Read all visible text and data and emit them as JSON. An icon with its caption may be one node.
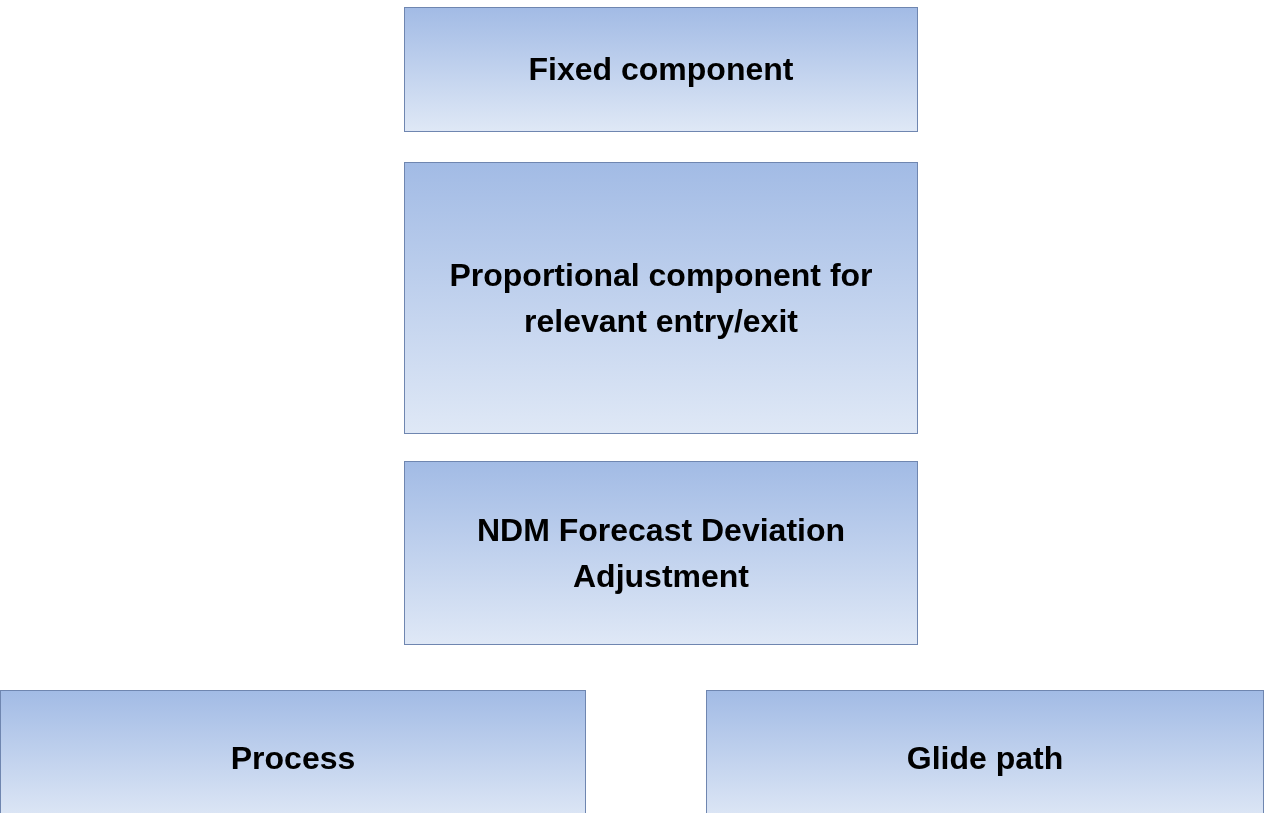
{
  "diagram": {
    "nodes": [
      {
        "text": [
          "Fixed component"
        ]
      },
      {
        "text": [
          "Proportional component for relevant entry/exit"
        ]
      },
      {
        "text": [
          "NDM Forecast Deviation Adjustment"
        ]
      },
      {
        "text": [
          "Process"
        ]
      },
      {
        "text": [
          "Glide path"
        ]
      }
    ]
  }
}
